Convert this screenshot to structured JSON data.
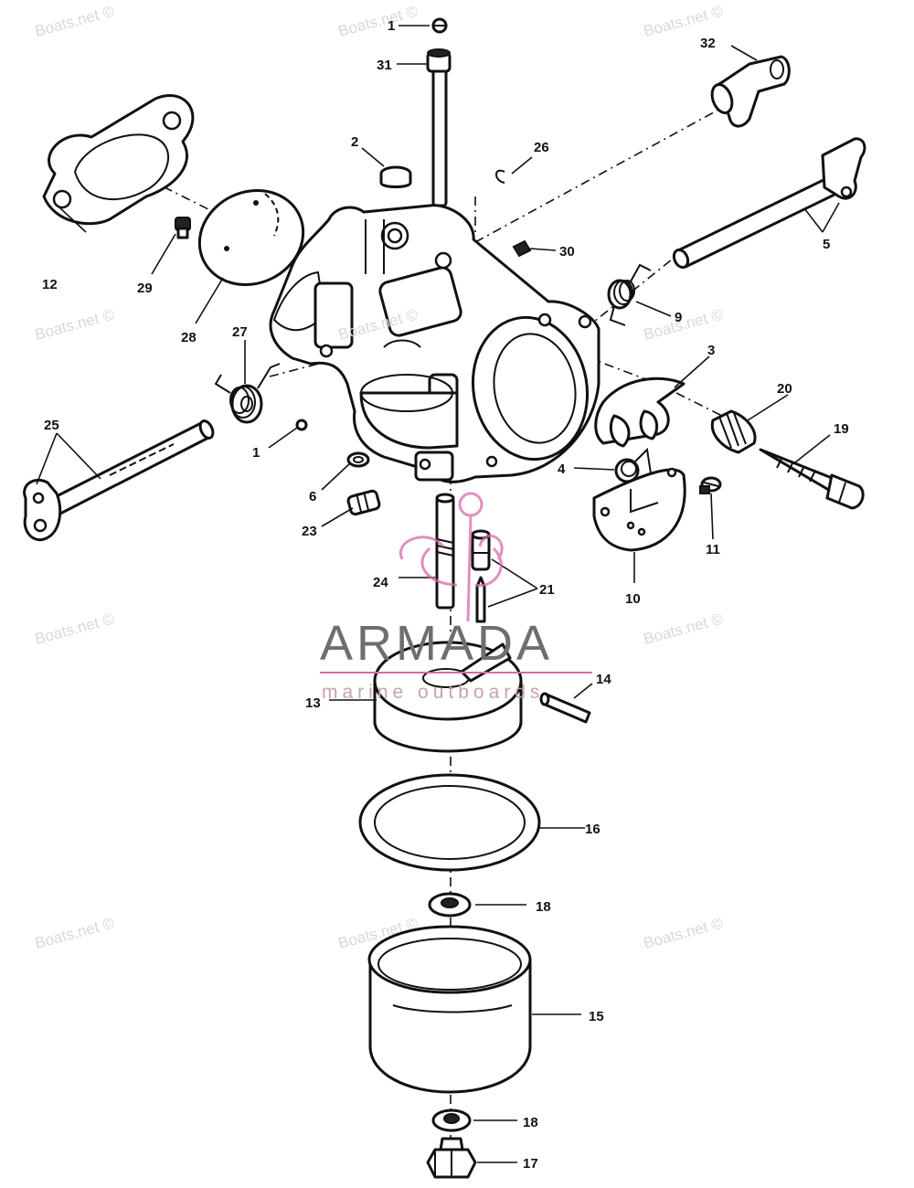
{
  "watermark": {
    "site_text": "Boats.net ©",
    "brand_name": "ARMADA",
    "brand_tagline": "marine outboards",
    "brand_color": "#d86aa8"
  },
  "callouts": {
    "p1": "1",
    "p1b": "1",
    "p2": "2",
    "p3": "3",
    "p4": "4",
    "p5": "5",
    "p6": "6",
    "p9": "9",
    "p10": "10",
    "p11": "11",
    "p12": "12",
    "p13": "13",
    "p14": "14",
    "p15": "15",
    "p16": "16",
    "p17": "17",
    "p18": "18",
    "p18b": "18",
    "p19": "19",
    "p20": "20",
    "p21": "21",
    "p23": "23",
    "p24": "24",
    "p25": "25",
    "p26": "26",
    "p27": "27",
    "p28": "28",
    "p29": "29",
    "p30": "30",
    "p31": "31",
    "p32": "32"
  }
}
